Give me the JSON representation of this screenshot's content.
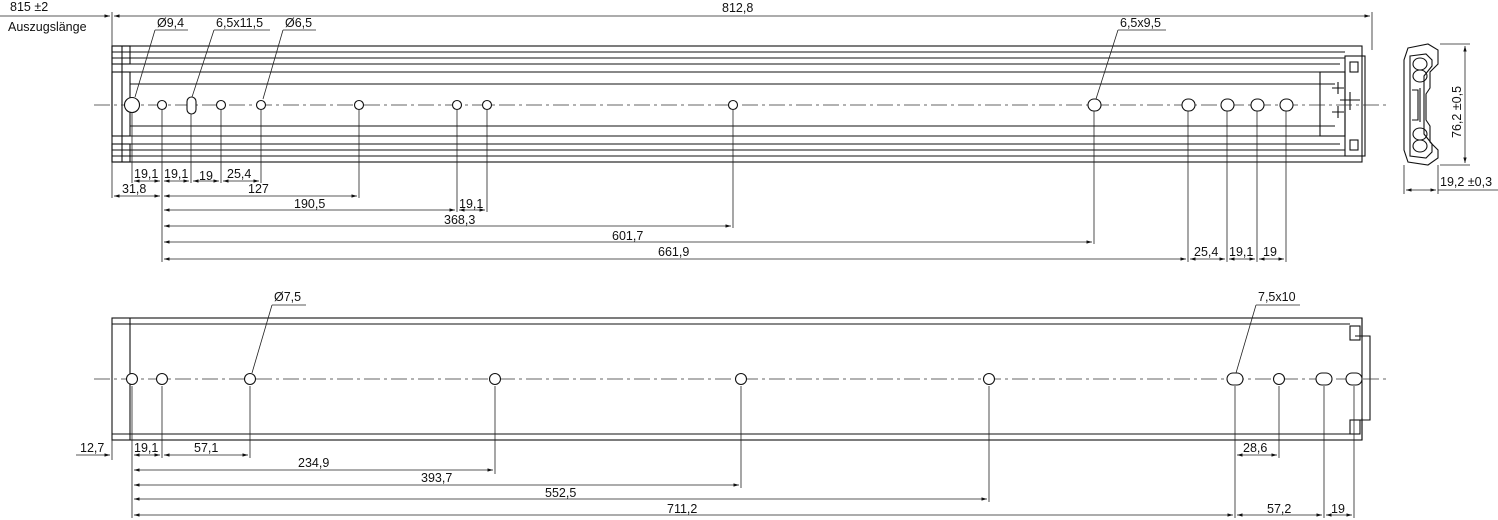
{
  "top_view": {
    "extension_value": "815 ±2",
    "extension_label": "Auszugslänge",
    "overall_length": "812,8",
    "callouts": {
      "d94": "Ø9,4",
      "slot65x115": "6,5x11,5",
      "d65": "Ø6,5",
      "slot65x95": "6,5x9,5"
    },
    "dims": {
      "d31_8": "31,8",
      "d19_1a": "19,1",
      "d19_1b": "19,1",
      "d19": "19",
      "d25_4": "25,4",
      "d127": "127",
      "d190_5": "190,5",
      "d19_1c": "19,1",
      "d368_3": "368,3",
      "d601_7": "601,7",
      "d661_9": "661,9",
      "d25_4b": "25,4",
      "d19_1d": "19,1",
      "d19b": "19"
    }
  },
  "side_view": {
    "height": "76,2 ±0,5",
    "width": "19,2 ±0,3"
  },
  "bottom_view": {
    "callouts": {
      "d75": "Ø7,5",
      "slot75x10": "7,5x10"
    },
    "dims": {
      "d12_7": "12,7",
      "d19_1": "19,1",
      "d57_1": "57,1",
      "d234_9": "234,9",
      "d393_7": "393,7",
      "d552_5": "552,5",
      "d711_2": "711,2",
      "d28_6": "28,6",
      "d57_2": "57,2",
      "d19": "19"
    }
  }
}
